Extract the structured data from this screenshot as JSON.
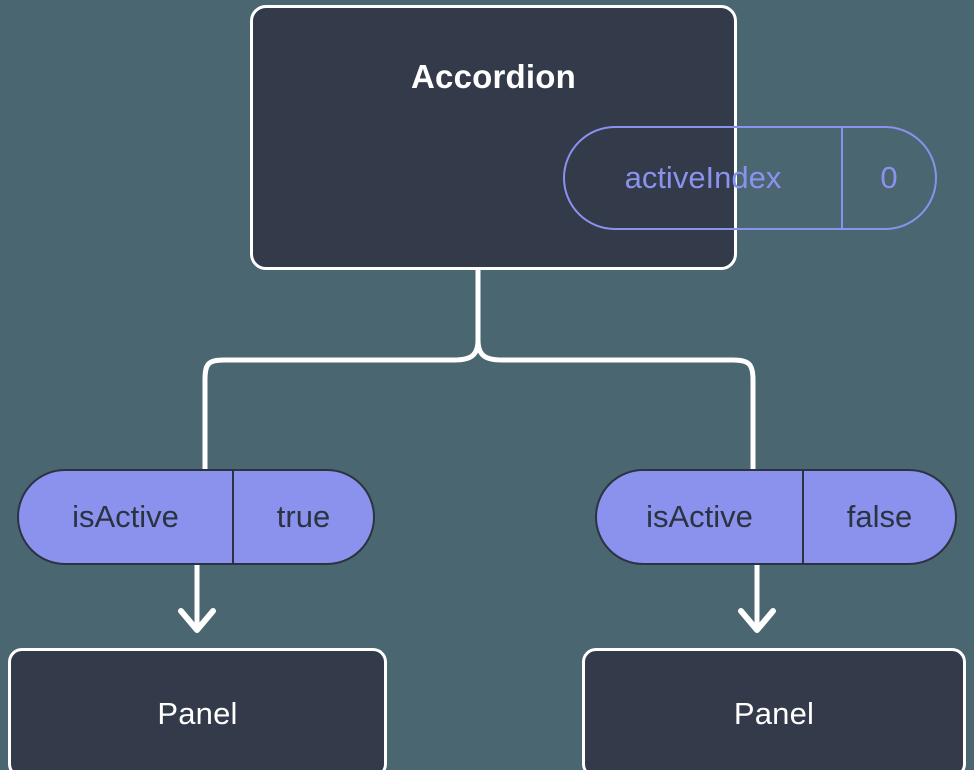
{
  "diagram": {
    "background_color": "#4a6670",
    "card_color": "#333a49",
    "accent_color": "#8b92ee",
    "line_color": "#ffffff",
    "root": {
      "title": "Accordion",
      "state_pill": {
        "key": "activeIndex",
        "value": "0"
      }
    },
    "branches": [
      {
        "prop_pill": {
          "key": "isActive",
          "value": "true"
        },
        "node_title": "Panel"
      },
      {
        "prop_pill": {
          "key": "isActive",
          "value": "false"
        },
        "node_title": "Panel"
      }
    ]
  }
}
